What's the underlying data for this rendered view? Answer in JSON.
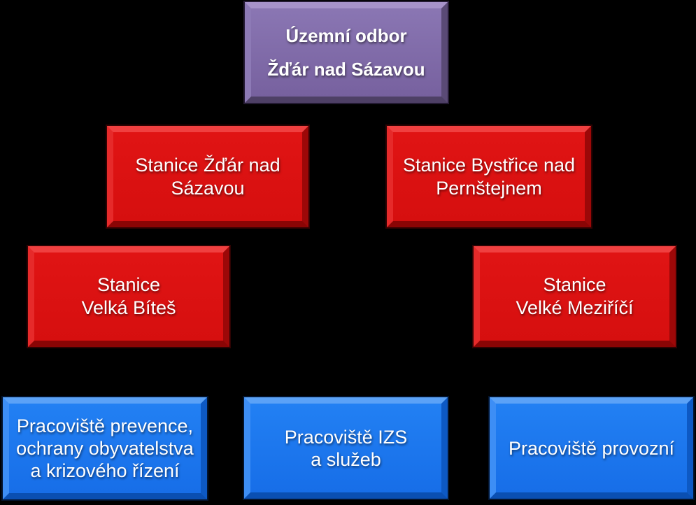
{
  "diagram": {
    "type": "org-chart",
    "background": "#000000",
    "text_color": "#ffffff",
    "colors": {
      "root_fill": "#8064a2",
      "station_fill": "#dd1111",
      "workplace_fill": "#1b76f2"
    }
  },
  "boxes": [
    {
      "id": "uzemni-odbor-zdar-nad-sazavou",
      "level": "root",
      "color": "purple",
      "lines": [
        "Územní odbor",
        "Žďár nad Sázavou"
      ]
    },
    {
      "id": "stanice-zdar-nad-sazavou",
      "level": "station",
      "color": "red",
      "lines": [
        "Stanice Žďár nad",
        "Sázavou"
      ]
    },
    {
      "id": "stanice-bystrice-nad-pernstejnem",
      "level": "station",
      "color": "red",
      "lines": [
        "Stanice Bystřice nad",
        "Pernštejnem"
      ]
    },
    {
      "id": "stanice-velka-bites",
      "level": "station",
      "color": "red",
      "lines": [
        "Stanice",
        "Velká Bíteš"
      ]
    },
    {
      "id": "stanice-velke-mezirici",
      "level": "station",
      "color": "red",
      "lines": [
        "Stanice",
        "Velké Meziříčí"
      ]
    },
    {
      "id": "pracoviste-prevence",
      "level": "workplace",
      "color": "blue",
      "lines": [
        "Pracoviště prevence,",
        "ochrany obyvatelstva",
        "a krizového řízení"
      ]
    },
    {
      "id": "pracoviste-izs-a-sluzeb",
      "level": "workplace",
      "color": "blue",
      "lines": [
        "Pracoviště IZS",
        "a služeb"
      ]
    },
    {
      "id": "pracoviste-provozni",
      "level": "workplace",
      "color": "blue",
      "lines": [
        "Pracoviště provozní"
      ]
    }
  ]
}
